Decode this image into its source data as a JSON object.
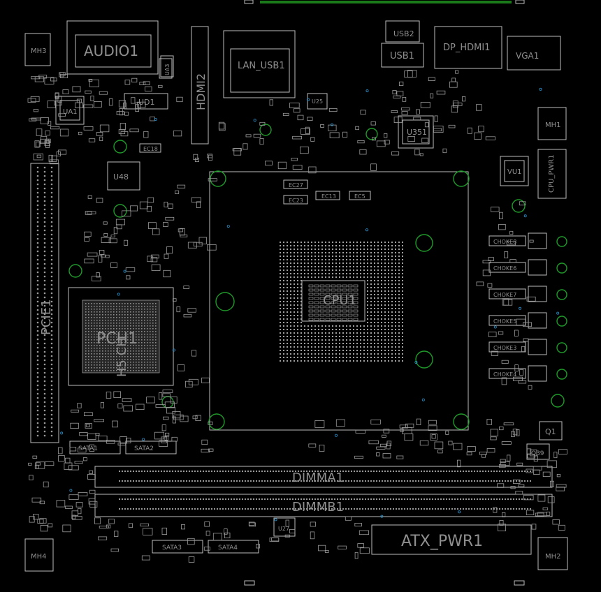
{
  "colors": {
    "background": "#000000",
    "silkscreen": "#bdbdbd",
    "label": "#8f8f8f",
    "mounting_ring": "#1f9a2a",
    "via": "#2a8fc8"
  },
  "connectors": {
    "audio": "AUDIO1",
    "lan": "LAN_USB1",
    "usb2": "USB2",
    "usb1": "USB1",
    "dp_hdmi": "DP_HDMI1",
    "vga": "VGA1",
    "hdmi_side": "HDMI2",
    "pcie": "PCIE1",
    "cpu_power": "CPU_PWR1",
    "atx_power": "ATX_PWR1"
  },
  "memory": {
    "dimm_a": "DIMMA1",
    "dimm_b": "DIMMB1"
  },
  "chips": {
    "cpu_socket": "CPU1",
    "pch": "PCH1",
    "pch_sub": "H5 CH",
    "ua": "UA1",
    "u48": "U48",
    "u351": "U351",
    "vu1": "VU1",
    "ud1": "UD1",
    "u3": "UA3",
    "u25": "U25",
    "u27": "U27"
  },
  "mount_holes": [
    "MH3",
    "MH1",
    "MH4",
    "MH2"
  ],
  "chokes": [
    "CHOKE8",
    "CHOKE6",
    "CHOKE7",
    "CHOKE5",
    "CHOKE3",
    "CHOKE4"
  ],
  "small_labels": [
    "EC18",
    "EC27",
    "EC13",
    "EC5",
    "EC23",
    "Q39",
    "Q1",
    "SATA1",
    "SATA2",
    "SATA3",
    "SATA4"
  ]
}
